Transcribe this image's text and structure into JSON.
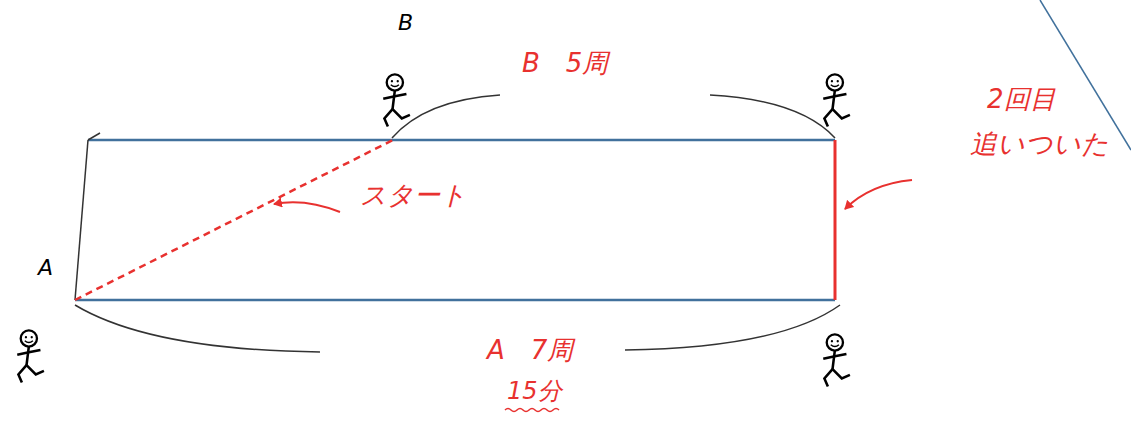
{
  "diagram": {
    "labels": [
      "B",
      "B　5周",
      "2回目",
      "追いついた",
      "スタート",
      "A",
      "A　7周",
      "15分"
    ]
  }
}
